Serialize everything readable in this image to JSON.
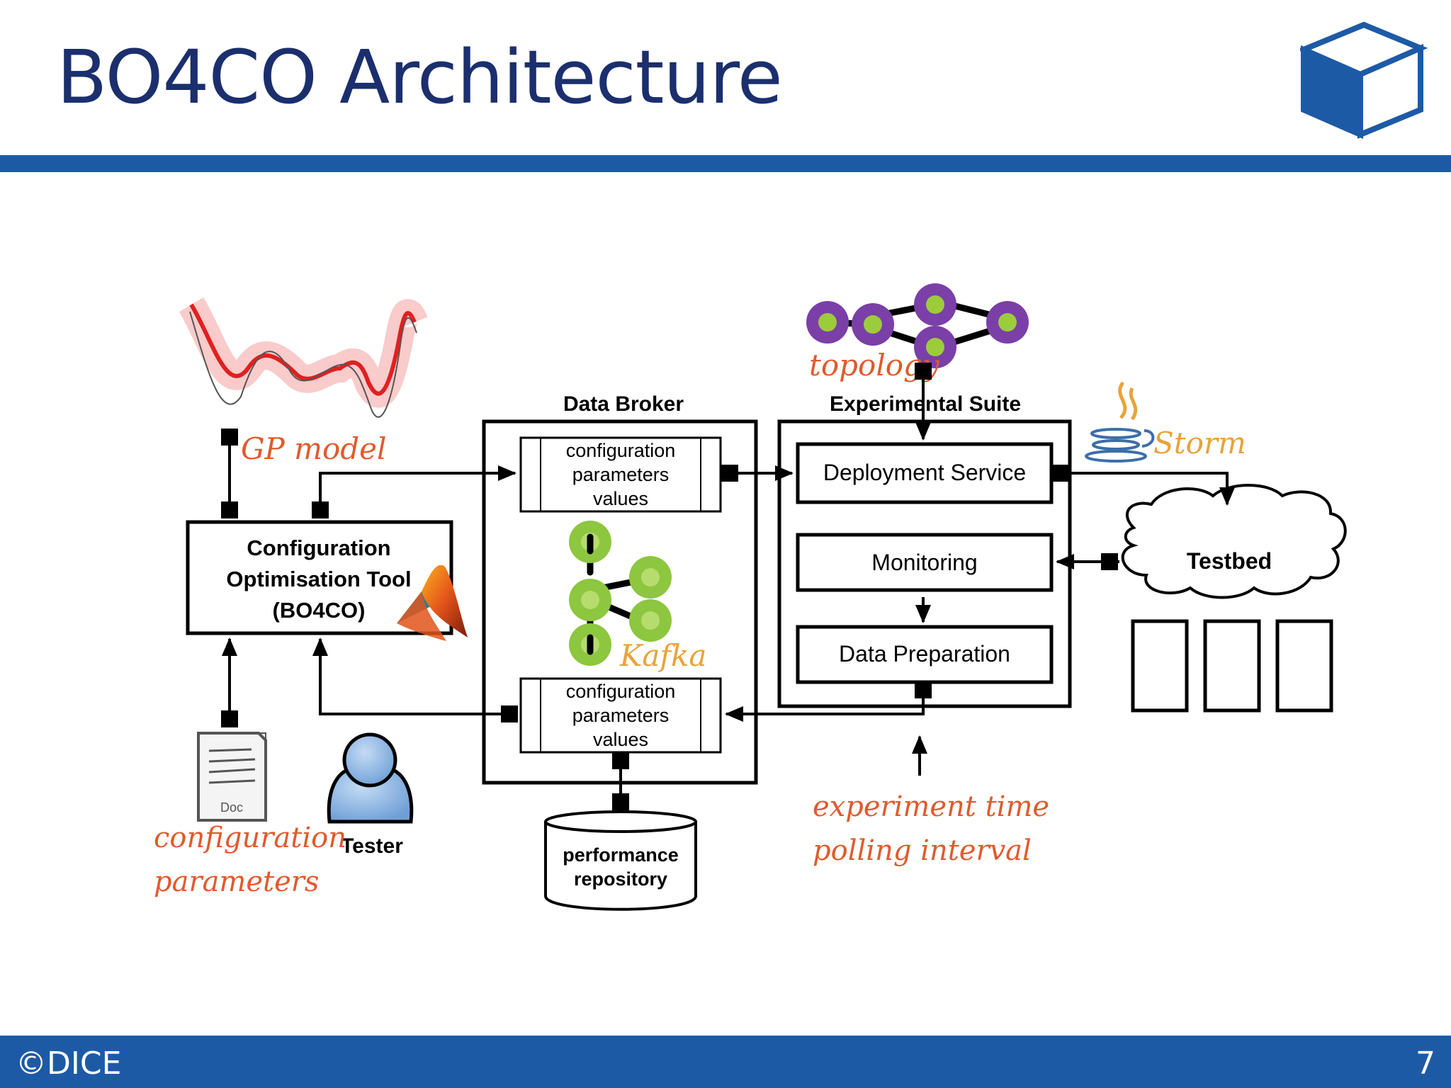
{
  "slide": {
    "title": "BO4CO Architecture",
    "footer_left": "©DICE",
    "page_number": "7",
    "logo_icon": "cube-icon"
  },
  "colors": {
    "title": "#1b2f6e",
    "bar": "#1d5aa6",
    "handwriting": "#e05a2e",
    "storm": "#e8a33a",
    "topology_node": "#7b3fa8",
    "topology_core": "#9ccc3c",
    "kafka_node": "#8dc63f"
  },
  "diagram": {
    "data_broker_title": "Data Broker",
    "experimental_suite_title": "Experimental Suite",
    "config_params_top": [
      "configuration",
      "parameters",
      "values"
    ],
    "config_params_bottom": [
      "configuration",
      "parameters",
      "values"
    ],
    "tool": [
      "Configuration",
      "Optimisation Tool",
      "(BO4CO)"
    ],
    "deployment_service": "Deployment Service",
    "monitoring": "Monitoring",
    "data_preparation": "Data Preparation",
    "testbed": "Testbed",
    "repository": [
      "performance",
      "repository"
    ],
    "doc_label": "Doc",
    "tester": "Tester",
    "hand_gp_model": "GP model",
    "hand_topology": "topology",
    "hand_storm": "Storm",
    "hand_kafka": "Kafka",
    "hand_config_params": [
      "configuration",
      "parameters"
    ],
    "hand_experiment": [
      "experiment time",
      "polling interval"
    ]
  }
}
